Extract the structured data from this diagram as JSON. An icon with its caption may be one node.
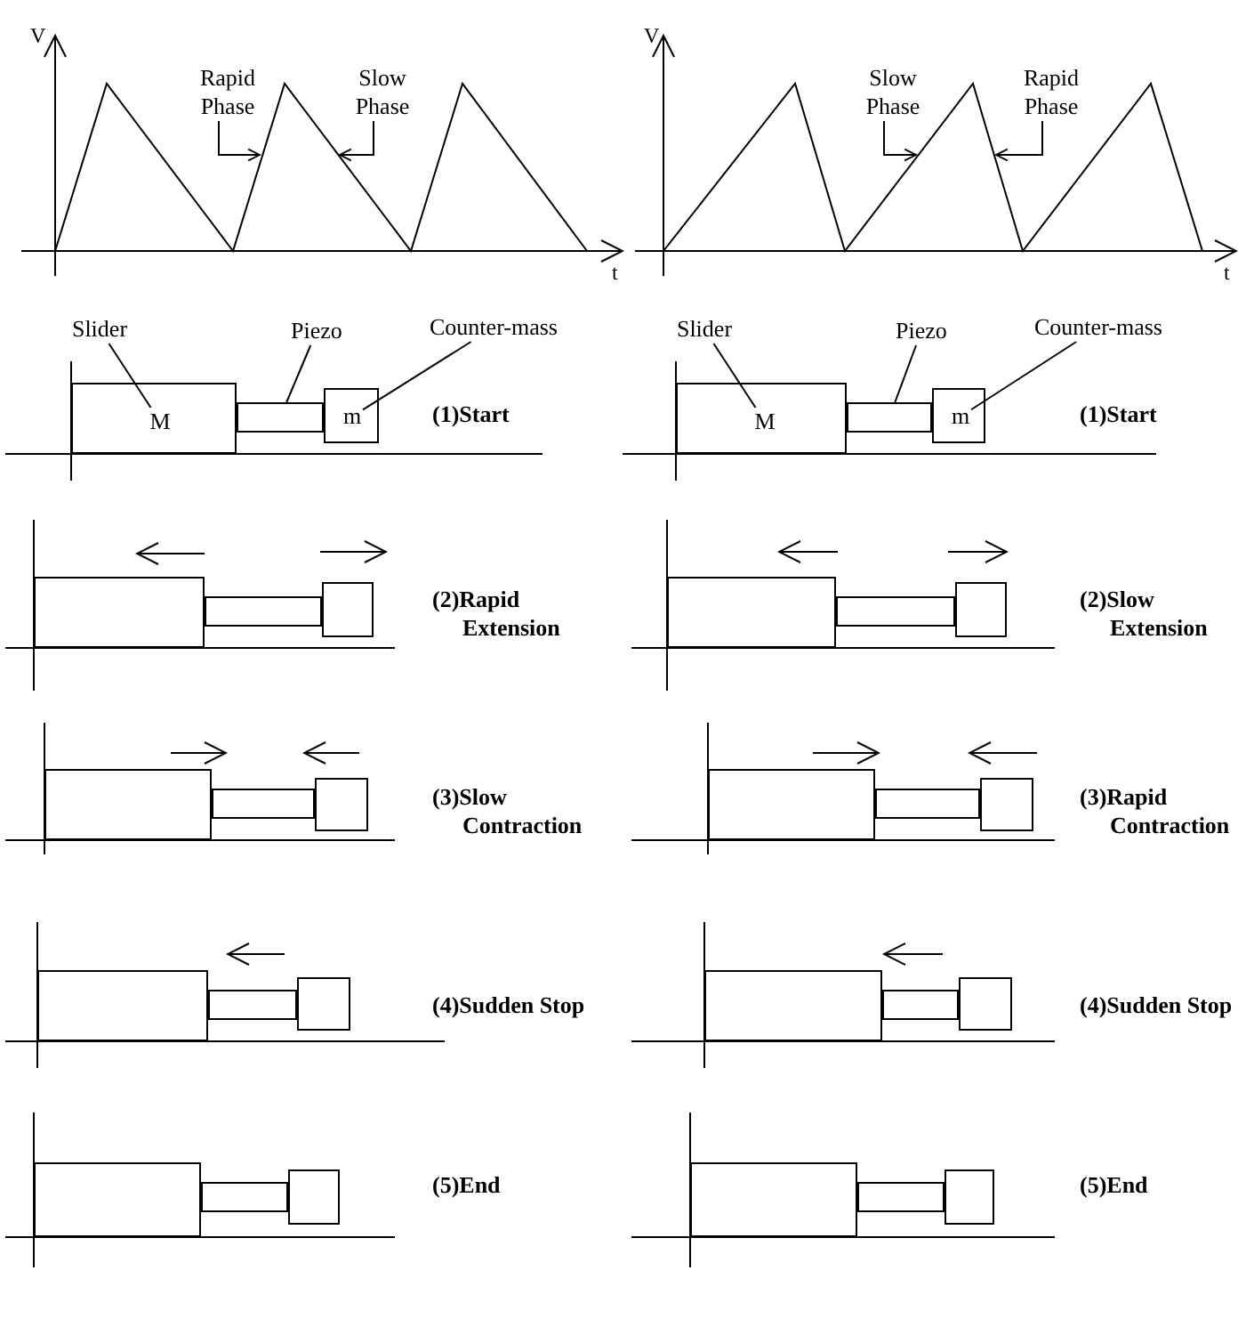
{
  "diagram": {
    "nodes": [
      {
        "text": [
          "Rapid Phase"
        ]
      },
      {
        "text": [
          "Slow Phase"
        ]
      },
      {
        "text": [
          "Slow Phase"
        ]
      },
      {
        "text": [
          "Rapid Phase"
        ]
      },
      {
        "text": [
          "Slider"
        ]
      },
      {
        "text": [
          "Piezo"
        ]
      },
      {
        "text": [
          "Counter-mass"
        ]
      },
      {
        "text": [],
        "shape": "box"
      },
      {
        "text": [
          "M"
        ],
        "in": 7
      },
      {
        "text": [],
        "shape": "box"
      },
      {
        "text": [],
        "shape": "box"
      },
      {
        "text": [
          "m"
        ],
        "in": 10
      },
      {
        "text": [
          "Slider"
        ]
      },
      {
        "text": [
          "Piezo"
        ]
      },
      {
        "text": [
          "Counter-mass"
        ]
      },
      {
        "text": [],
        "shape": "box"
      },
      {
        "text": [
          "M"
        ],
        "in": 15
      },
      {
        "text": [],
        "shape": "box"
      },
      {
        "text": [],
        "shape": "box"
      },
      {
        "text": [
          "m"
        ],
        "in": 18
      },
      {
        "text": [],
        "shape": "box"
      },
      {
        "text": [],
        "shape": "box"
      },
      {
        "text": [],
        "shape": "box"
      },
      {
        "text": [],
        "shape": "box"
      },
      {
        "text": [],
        "shape": "box"
      },
      {
        "text": [],
        "shape": "box"
      },
      {
        "text": [],
        "shape": "box"
      },
      {
        "text": [],
        "shape": "box"
      },
      {
        "text": [],
        "shape": "box"
      },
      {
        "text": [],
        "shape": "box"
      },
      {
        "text": [],
        "shape": "box"
      },
      {
        "text": [],
        "shape": "box"
      },
      {
        "text": [],
        "shape": "box"
      },
      {
        "text": [],
        "shape": "box"
      },
      {
        "text": [],
        "shape": "box"
      },
      {
        "text": [],
        "shape": "box"
      },
      {
        "text": [],
        "shape": "box"
      },
      {
        "text": [],
        "shape": "box"
      },
      {
        "text": [],
        "shape": "box"
      },
      {
        "text": [],
        "shape": "box"
      },
      {
        "text": [],
        "shape": "box"
      },
      {
        "text": [],
        "shape": "box"
      },
      {
        "text": [],
        "shape": "box"
      },
      {
        "text": [],
        "shape": "box"
      }
    ],
    "edges": [
      {
        "from": 0,
        "to": null,
        "arrow": "to"
      },
      {
        "from": 1,
        "to": null,
        "arrow": "to"
      },
      {
        "from": 2,
        "to": null,
        "arrow": "to"
      },
      {
        "from": 3,
        "to": null,
        "arrow": "to"
      },
      {
        "from": 4,
        "to": 8,
        "arrow": "none"
      },
      {
        "from": 5,
        "to": 9,
        "arrow": "none"
      },
      {
        "from": 6,
        "to": 11,
        "arrow": "none"
      },
      {
        "from": 12,
        "to": 16,
        "arrow": "none"
      },
      {
        "from": 13,
        "to": 17,
        "arrow": "none"
      },
      {
        "from": 14,
        "to": 19,
        "arrow": "none"
      }
    ],
    "labels": [
      "V",
      "V",
      "t",
      "t",
      "(1)Start",
      "(1)Start",
      "(2)Rapid Extension",
      "(2)Slow Extension",
      "(3)Slow Contraction",
      "(3)Rapid Contraction",
      "(4)Sudden Stop",
      "(4)Sudden Stop",
      "(5)End",
      "(5)End"
    ]
  }
}
